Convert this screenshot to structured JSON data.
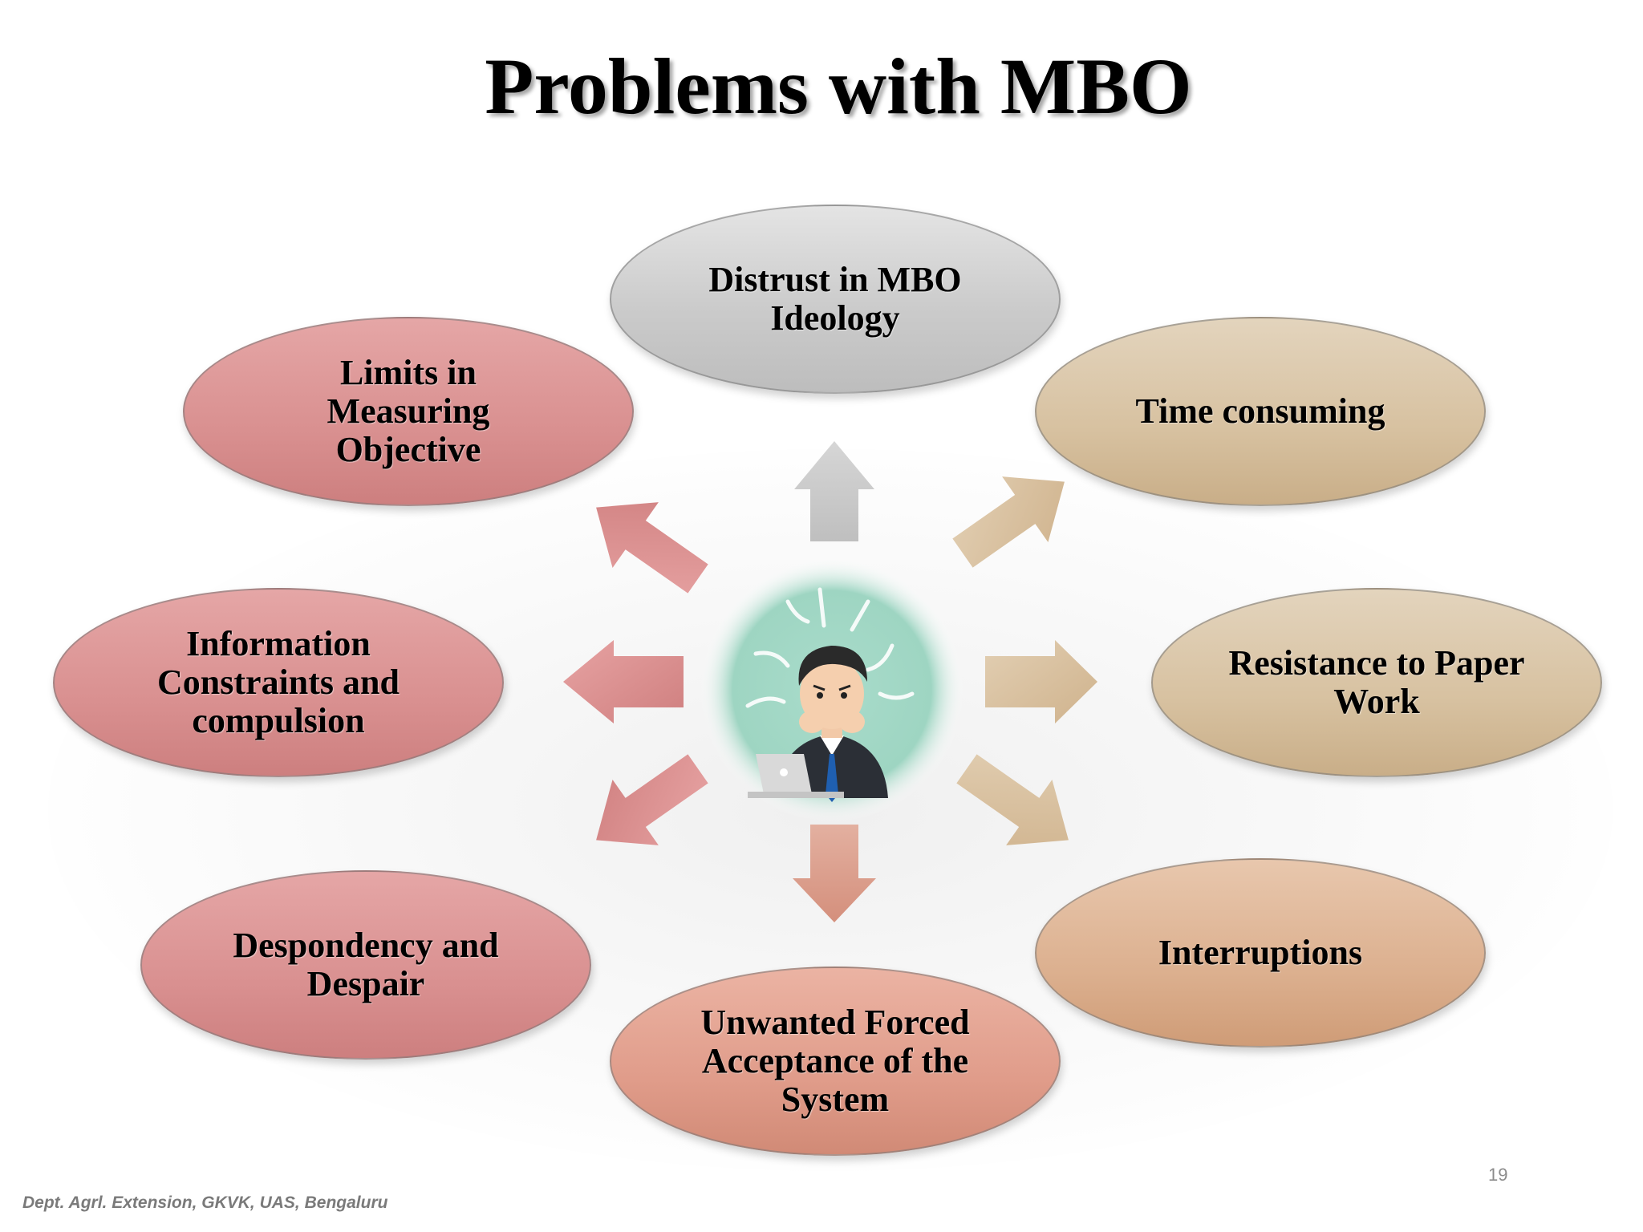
{
  "slide": {
    "title": "Problems with MBO",
    "footer": "Dept. Agrl. Extension, GKVK, UAS, Bengaluru",
    "page_number": "19"
  },
  "diagram": {
    "center_icon": "stressed-businessman-at-laptop",
    "problems": [
      {
        "id": "distrust",
        "label": "Distrust in MBO\nIdeology",
        "color": "#c9c9c9"
      },
      {
        "id": "time",
        "label": "Time consuming",
        "color": "#d7c1a0"
      },
      {
        "id": "resistance",
        "label": "Resistance to Paper\nWork",
        "color": "#d9bc98"
      },
      {
        "id": "interruptions",
        "label": "Interruptions",
        "color": "#dcb08f"
      },
      {
        "id": "unwanted",
        "label": "Unwanted Forced\nAcceptance of the\nSystem",
        "color": "#e09c8a"
      },
      {
        "id": "despondency",
        "label": "Despondency and\nDespair",
        "color": "#d99a8e"
      },
      {
        "id": "information",
        "label": "Information\nConstraints and\ncompulsion",
        "color": "#d99090"
      },
      {
        "id": "limits",
        "label": "Limits in\nMeasuring\nObjective",
        "color": "#d99090"
      }
    ]
  }
}
